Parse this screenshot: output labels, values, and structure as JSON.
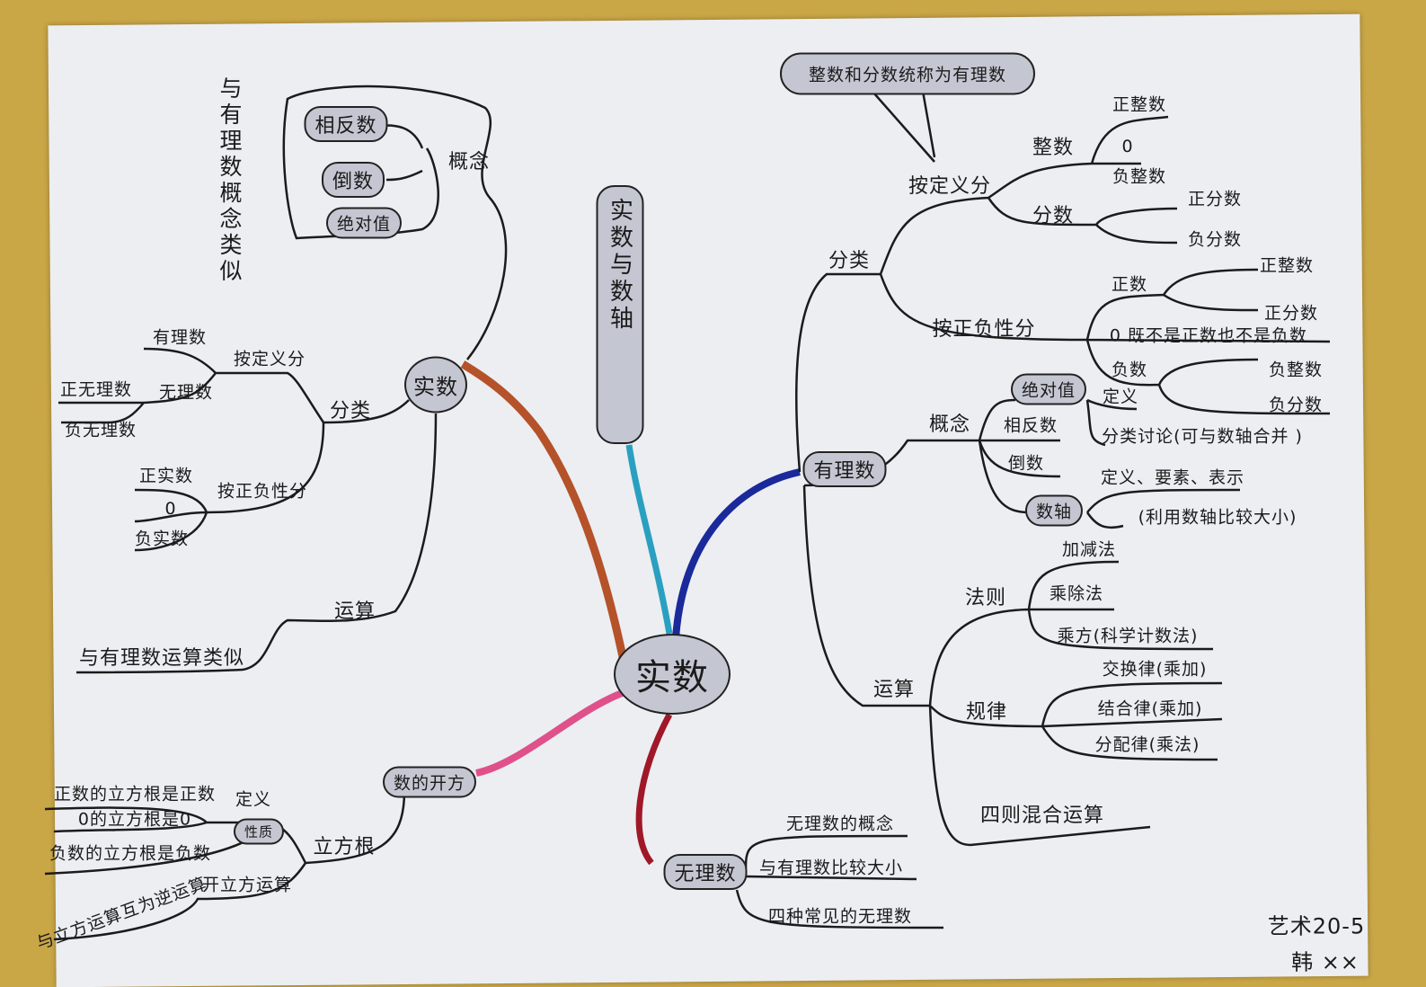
{
  "center": "实数",
  "title_vertical": "实数与数轴",
  "left": {
    "note": "与有理数概念类似",
    "real": "实数",
    "concept": "概念",
    "concept_items": [
      "相反数",
      "倒数",
      "绝对值"
    ],
    "classify": "分类",
    "by_def": "按定义分",
    "by_def_items": [
      "有理数",
      "无理数"
    ],
    "irrational_items": [
      "正无理数",
      "负无理数"
    ],
    "by_sign": "按正负性分",
    "by_sign_items": [
      "正实数",
      "0",
      "负实数"
    ],
    "ops": "运算",
    "ops_note": "与有理数运算类似"
  },
  "roots": {
    "title": "数的开方",
    "cube": "立方根",
    "definition": "定义",
    "property": "性质",
    "property_items": [
      "正数的立方根是正数",
      "0的立方根是0",
      "负数的立方根是负数"
    ],
    "cube_op": "开立方运算",
    "cube_op_note": "与立方运算互为逆运算"
  },
  "irrational": {
    "title": "无理数",
    "items": [
      "无理数的概念",
      "与有理数比较大小",
      "四种常见的无理数"
    ]
  },
  "rational": {
    "title": "有理数",
    "callout": "整数和分数统称为有理数",
    "classify": "分类",
    "by_def": "按定义分",
    "integer": "整数",
    "integer_items": [
      "正整数",
      "0",
      "负整数"
    ],
    "fraction": "分数",
    "fraction_items": [
      "正分数",
      "负分数"
    ],
    "by_sign": "按正负性分",
    "positive": "正数",
    "positive_items": [
      "正整数",
      "正分数"
    ],
    "zero_note": "0 既不是正数也不是负数",
    "negative": "负数",
    "negative_items": [
      "负整数",
      "负分数"
    ],
    "concept": "概念",
    "abs": "绝对值",
    "abs_items": [
      "定义",
      "分类讨论(可与数轴合并 )"
    ],
    "opposite": "相反数",
    "reciprocal": "倒数",
    "axis": "数轴",
    "axis_items": [
      "定义、要素、表示",
      "(利用数轴比较大小)"
    ],
    "ops": "运算",
    "rules": "法则",
    "rules_items": [
      "加减法",
      "乘除法",
      "乘方(科学计数法)"
    ],
    "laws": "规律",
    "laws_items": [
      "交换律(乘加)",
      "结合律(乘加)",
      "分配律(乘法)"
    ],
    "mixed": "四则混合运算"
  },
  "signature": [
    "艺术20-5",
    "韩 ××"
  ],
  "colors": {
    "brown": "#b5522a",
    "cyan": "#2aa0c0",
    "navy": "#1a2a9a",
    "pink": "#e0508a",
    "red": "#a01828"
  }
}
